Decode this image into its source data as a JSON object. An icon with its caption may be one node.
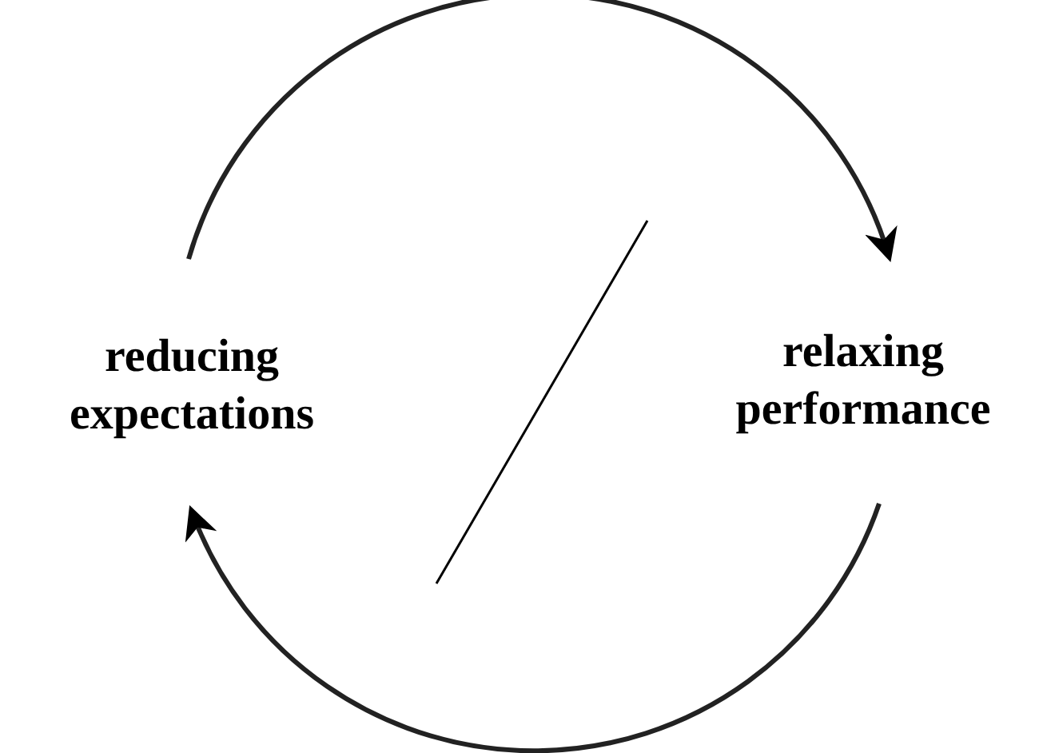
{
  "diagram": {
    "nodes": [
      {
        "text": [
          "reducing expectations"
        ]
      },
      {
        "text": [
          "relaxing performance"
        ]
      }
    ],
    "edges": [
      {
        "from": 0,
        "to": 1,
        "arrow": "to"
      },
      {
        "from": 1,
        "to": 0,
        "arrow": "to"
      }
    ]
  }
}
